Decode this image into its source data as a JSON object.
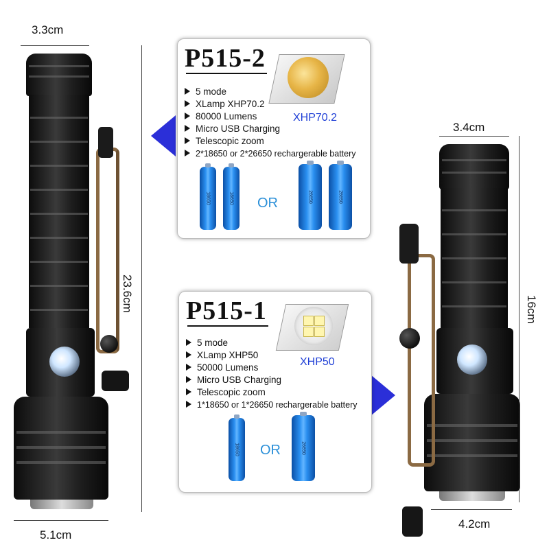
{
  "dimensions": {
    "left_width_top": "3.3cm",
    "left_height": "23.6cm",
    "left_width_bottom": "5.1cm",
    "right_width_top": "3.4cm",
    "right_height": "16cm",
    "right_width_bottom": "4.2cm"
  },
  "models": [
    {
      "name": "P515-2",
      "chip": "XHP70.2",
      "features": [
        "5 mode",
        "XLamp XHP70.2",
        "80000 Lumens",
        "Micro USB Charging",
        "Telescopic zoom",
        "2*18650 or 2*26650 rechargerable battery"
      ],
      "or_label": "OR"
    },
    {
      "name": "P515-1",
      "chip": "XHP50",
      "features": [
        "5 mode",
        "XLamp XHP50",
        "50000 Lumens",
        "Micro USB Charging",
        "Telescopic zoom",
        "1*18650 or 1*26650 rechargerable battery"
      ],
      "or_label": "OR"
    }
  ],
  "battery_labels": {
    "b18650": "18650",
    "b26650": "26650"
  },
  "colors": {
    "accent_blue": "#2b2fd8",
    "chip_text": "#1f3fd6",
    "or_text": "#2a8fd8",
    "battery_blue": "#2a8ff0",
    "lanyard": "#8b6a43"
  }
}
